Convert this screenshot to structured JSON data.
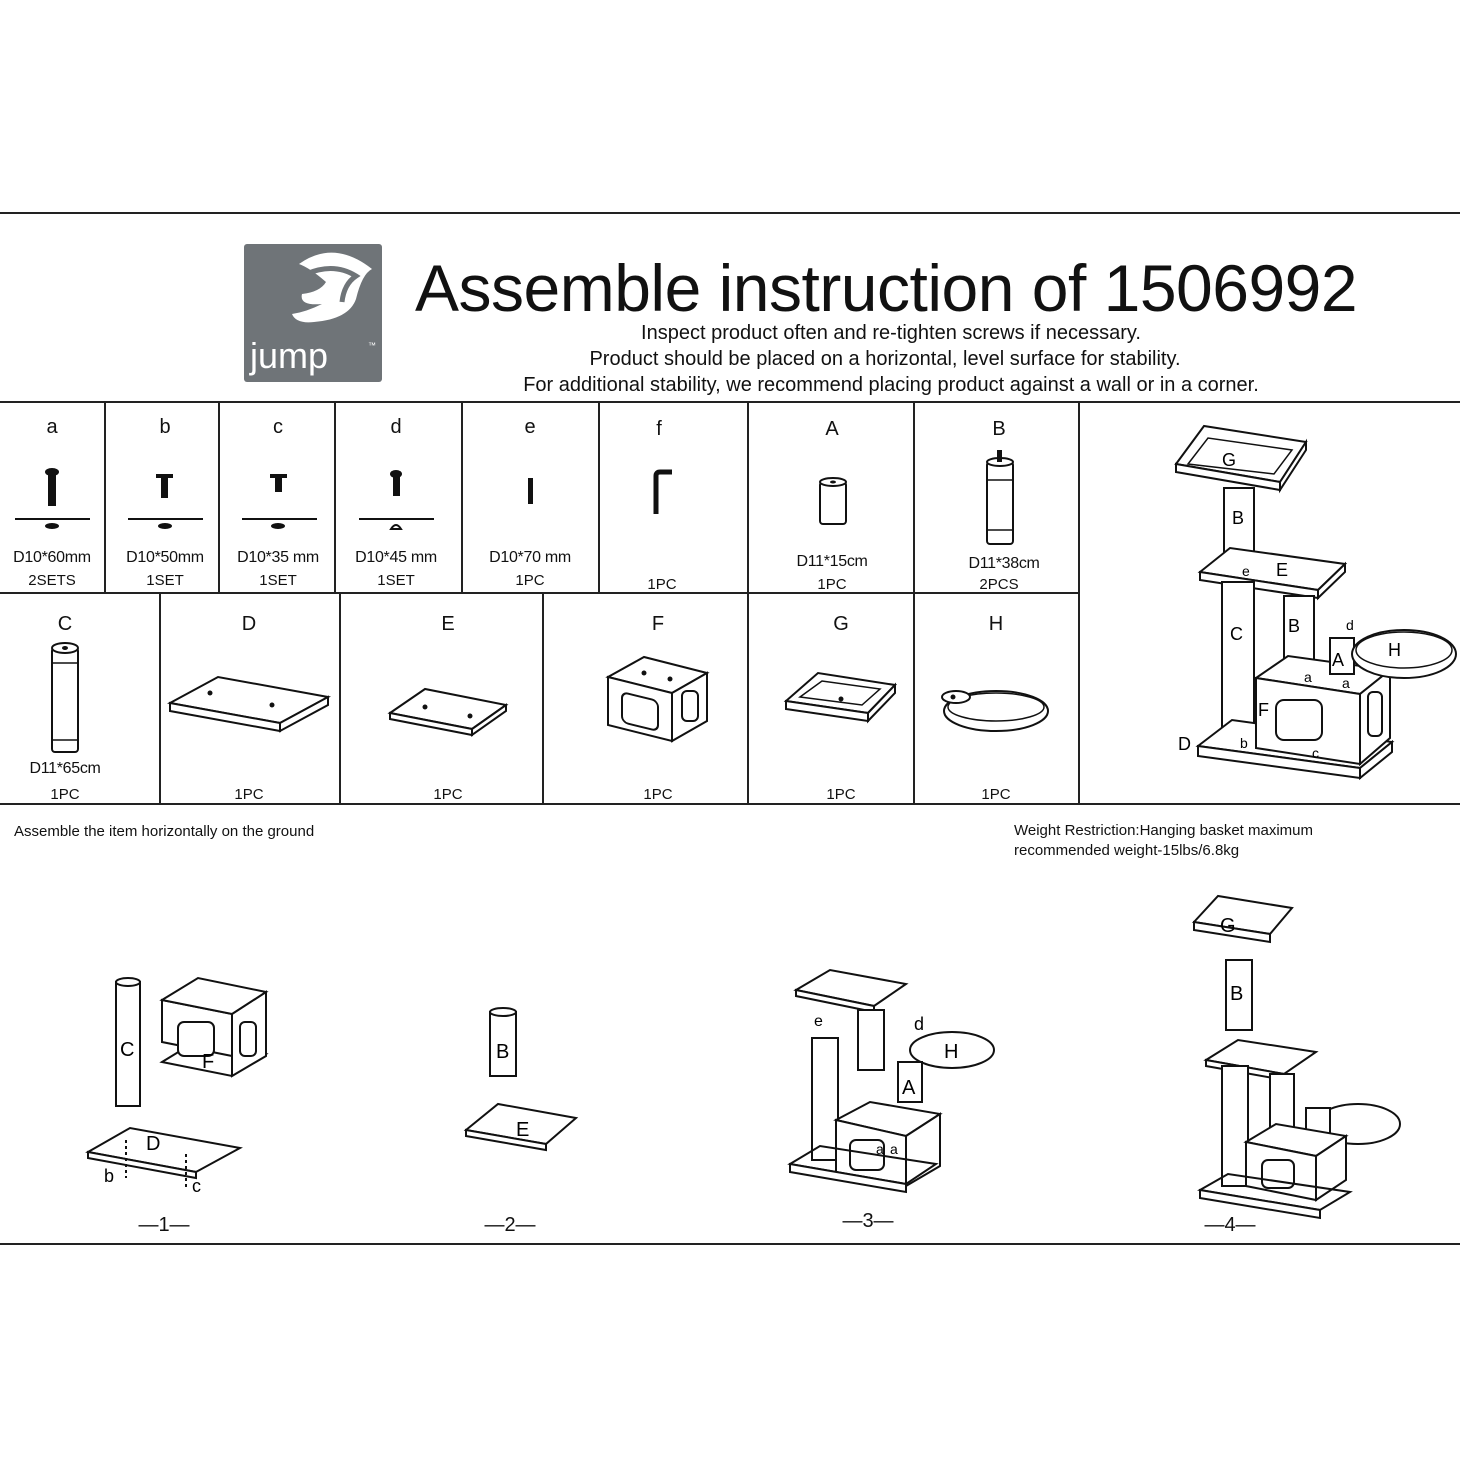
{
  "logo": {
    "text": "jump",
    "trademark": "™"
  },
  "header": {
    "title": "Assemble instruction of 1506992",
    "lines": [
      "Inspect product often and re-tighten screws if necessary.",
      "Product should be placed on a horizontal, level surface for stability.",
      "For additional stability, we recommend placing product against a wall or in a corner."
    ]
  },
  "hardware": [
    {
      "id": "a",
      "size": "D10*60mm",
      "qty": "2SETS"
    },
    {
      "id": "b",
      "size": "D10*50mm",
      "qty": "1SET"
    },
    {
      "id": "c",
      "size": "D10*35 mm",
      "qty": "1SET"
    },
    {
      "id": "d",
      "size": "D10*45 mm",
      "qty": "1SET"
    },
    {
      "id": "e",
      "size": "D10*70 mm",
      "qty": "1PC"
    },
    {
      "id": "f",
      "size": "",
      "qty": "1PC"
    }
  ],
  "parts": [
    {
      "id": "A",
      "size": "D11*15cm",
      "qty": "1PC"
    },
    {
      "id": "B",
      "size": "D11*38cm",
      "qty": "2PCS"
    },
    {
      "id": "C",
      "size": "D11*65cm",
      "qty": "1PC"
    },
    {
      "id": "D",
      "size": "",
      "qty": "1PC"
    },
    {
      "id": "E",
      "size": "",
      "qty": "1PC"
    },
    {
      "id": "F",
      "size": "",
      "qty": "1PC"
    },
    {
      "id": "G",
      "size": "",
      "qty": "1PC"
    },
    {
      "id": "H",
      "size": "",
      "qty": "1PC"
    }
  ],
  "notes": {
    "assemble": "Assemble the item horizontally on the ground",
    "weight_line1": "Weight Restriction:Hanging basket maximum",
    "weight_line2": "recommended weight-15lbs/6.8kg"
  },
  "steps": [
    "—1—",
    "—2—",
    "—3—",
    "—4—"
  ]
}
